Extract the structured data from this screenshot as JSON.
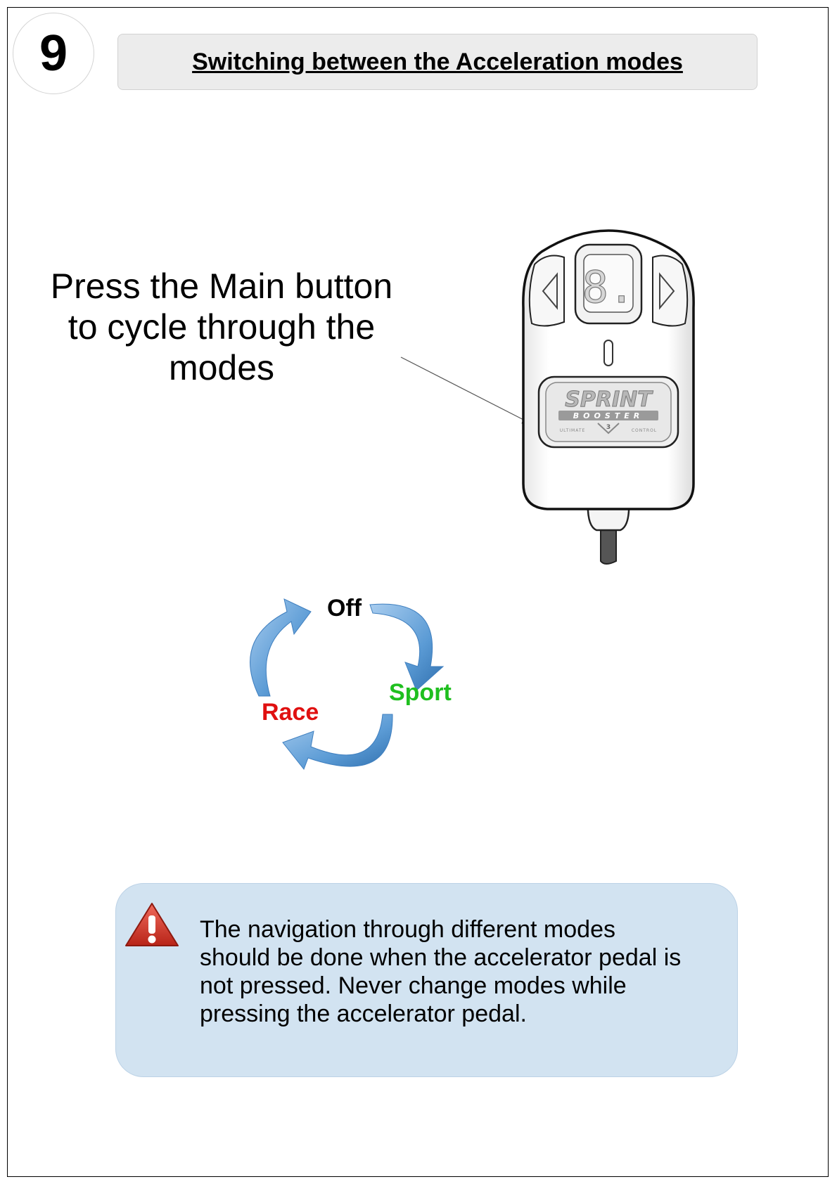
{
  "step": {
    "number": "9"
  },
  "header": {
    "title": "Switching between the Acceleration modes"
  },
  "instruction": {
    "lines": [
      "Press the Main button",
      "to cycle through the",
      "modes"
    ]
  },
  "device": {
    "logo_main": "SPRINT",
    "logo_sub": "BOOSTER",
    "version": "3",
    "tagline_left": "ULTIMATE",
    "tagline_right": "CONTROL",
    "display_digit": "8."
  },
  "cycle": {
    "modes": [
      {
        "label": "Off",
        "color": "#000000"
      },
      {
        "label": "Sport",
        "color": "#1fbf1f"
      },
      {
        "label": "Race",
        "color": "#e01010"
      }
    ],
    "arrow_color": "#5b9bd5"
  },
  "warning": {
    "icon": "warning-triangle-icon",
    "icon_color": "#d9362b",
    "text": "The navigation through different modes should be done when the accelerator pedal is not pressed. Never change modes while pressing the accelerator pedal."
  }
}
